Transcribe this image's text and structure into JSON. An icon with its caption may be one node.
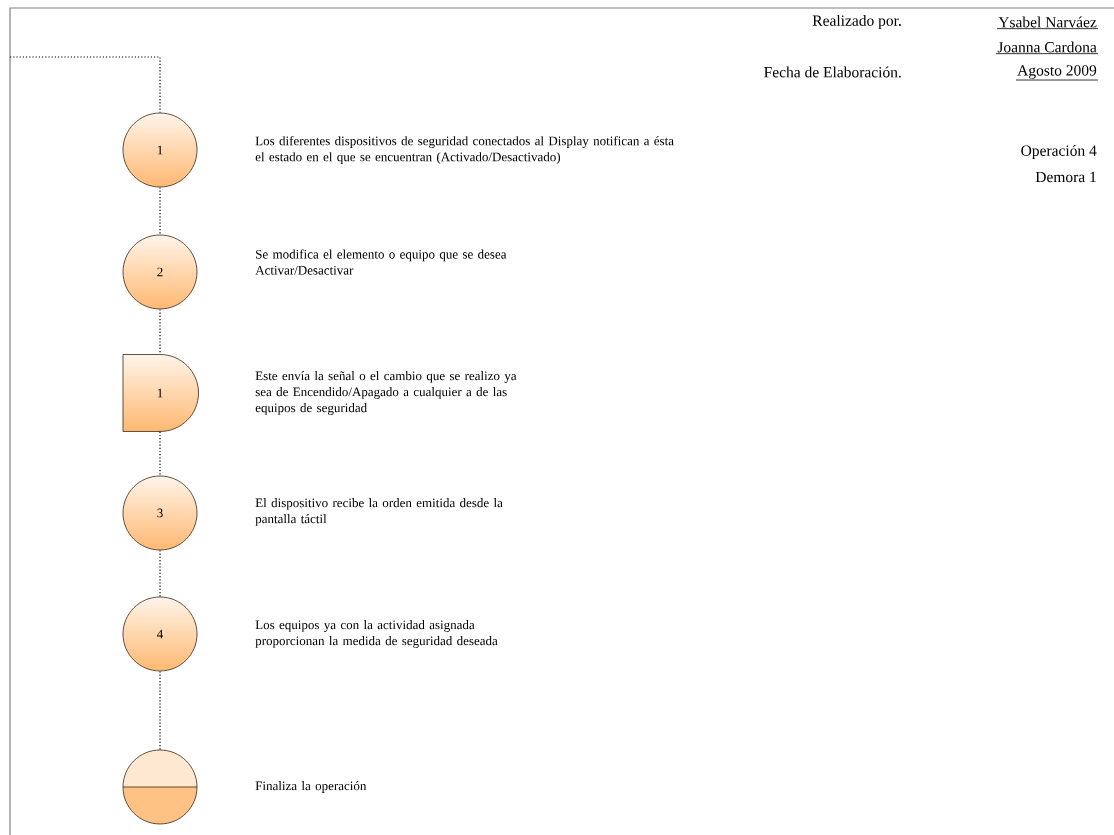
{
  "diagram": {
    "nodes": [
      {
        "text": [
          "1"
        ]
      },
      {
        "text": [
          "2"
        ]
      },
      {
        "text": [
          "1"
        ]
      },
      {
        "text": [
          "3"
        ]
      },
      {
        "text": [
          "4"
        ]
      },
      {
        "text": [],
        "shape": "circle"
      }
    ],
    "edges": [
      {
        "from": null,
        "to": 0,
        "arrow": "none"
      },
      {
        "from": 0,
        "to": 1,
        "arrow": "none"
      },
      {
        "from": 1,
        "to": 2,
        "arrow": "none"
      },
      {
        "from": 2,
        "to": 3,
        "arrow": "none"
      },
      {
        "from": 3,
        "to": 4,
        "arrow": "none"
      },
      {
        "from": 4,
        "to": 5,
        "arrow": "none"
      }
    ],
    "labels": [
      "Realizado por.",
      "Ysabel Narváez",
      "Joanna Cardona",
      "Fecha de Elaboración.",
      "Agosto 2009",
      "Los diferentes dispositivos de seguridad conectados al Display notifican a ésta el estado en el que se encuentran (Activado/Desactivado)",
      "Operación  4",
      "Demora  1",
      "Se modifica el elemento o equipo que se desea Activar/Desactivar",
      "Este envía la señal o el cambio que se realizo ya sea de Encendido/Apagado a cualquier a de las equipos de seguridad",
      "El dispositivo recibe la orden emitida desde la pantalla táctil",
      "Los equipos ya con la actividad asignada proporcionan la medida de seguridad deseada",
      "Finaliza la operación"
    ]
  }
}
